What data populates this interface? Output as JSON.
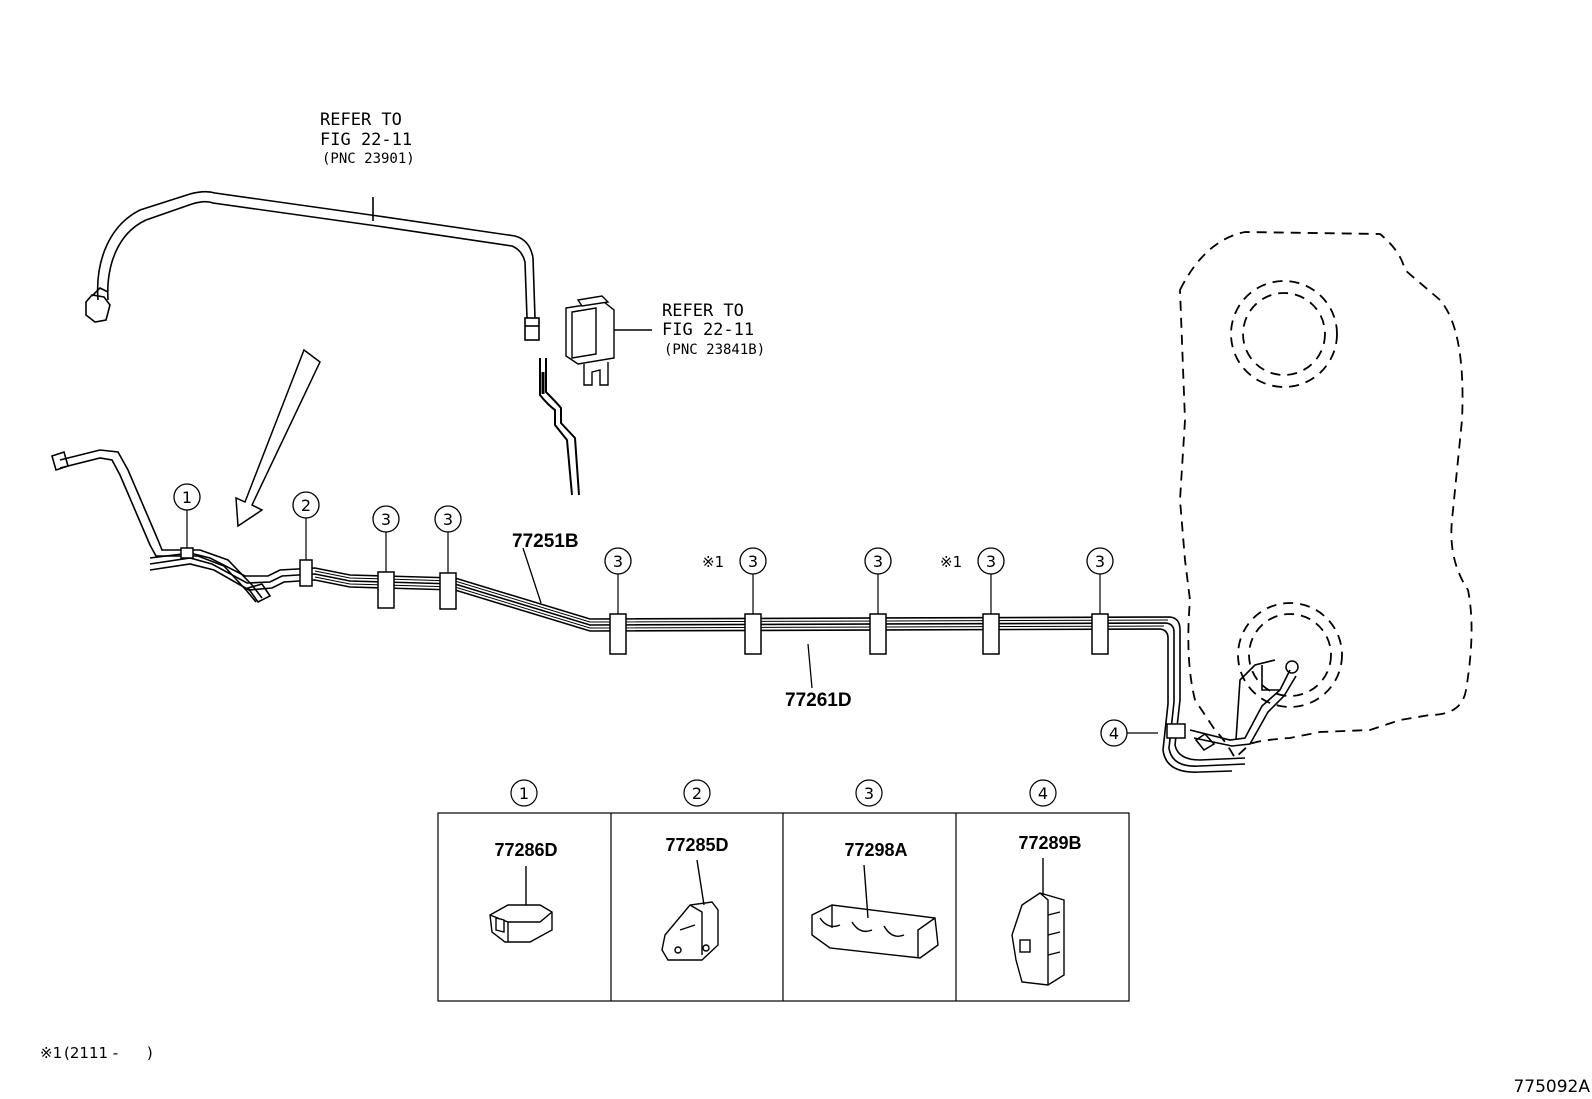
{
  "refs": {
    "hose": {
      "line1": "REFER TO",
      "line2": "FIG 22-11",
      "line3": "(PNC 23901)"
    },
    "valve": {
      "line1": "REFER TO",
      "line2": "FIG 22-11",
      "line3": "(PNC 23841B)"
    }
  },
  "parts": {
    "main_tube_upper": "77251B",
    "main_tube_lower": "77261D"
  },
  "callouts": {
    "c1": "1",
    "c2": "2",
    "c3": "3",
    "c4": "4"
  },
  "note_marker": "※1",
  "footnote": {
    "marker": "※1",
    "text": "(2111 -      )"
  },
  "legend": [
    {
      "index": "1",
      "part": "77286D"
    },
    {
      "index": "2",
      "part": "77285D"
    },
    {
      "index": "3",
      "part": "77298A"
    },
    {
      "index": "4",
      "part": "77289B"
    }
  ],
  "figure_id": "775092A"
}
